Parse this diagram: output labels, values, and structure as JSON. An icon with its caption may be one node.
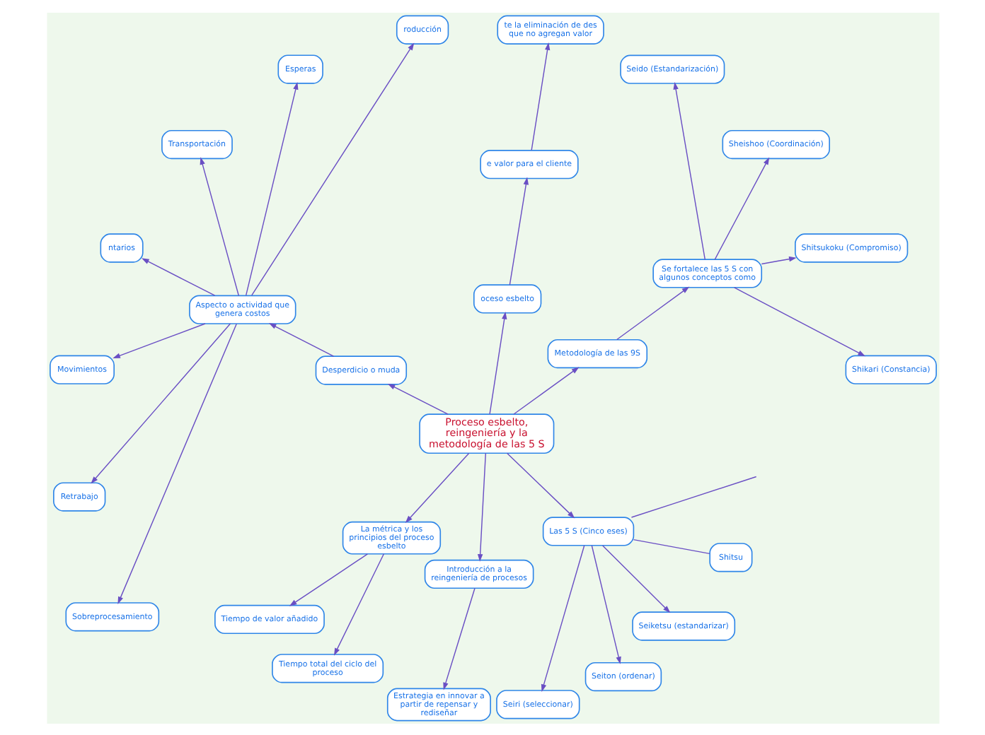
{
  "diagram": {
    "nodes": [
      {
        "text": [
          "Proceso esbelto, reingeniería y la metodología de las 5 S"
        ]
      },
      {
        "text": [
          "Metodología de las 9S"
        ]
      },
      {
        "text": [
          "Se fortalece las 5 S con algunos conceptos como"
        ]
      },
      {
        "text": [
          "Shikari (Constancia)"
        ]
      },
      {
        "text": [
          "Shitsukoku (Compromiso)"
        ]
      },
      {
        "text": [
          "Sheishoo (Coordinación)"
        ]
      },
      {
        "text": [
          "Seido (Estandarización)"
        ]
      },
      {
        "text": [
          "oceso esbelto"
        ]
      },
      {
        "text": [
          "e valor para el cliente"
        ]
      },
      {
        "text": [
          "te la eliminación de des que no agregan valor"
        ]
      },
      {
        "text": [
          "Desperdicio o muda"
        ]
      },
      {
        "text": [
          "Aspecto o actividad que genera costos"
        ]
      },
      {
        "text": [
          "roducción"
        ]
      },
      {
        "text": [
          "Esperas"
        ]
      },
      {
        "text": [
          "Transportación"
        ]
      },
      {
        "text": [
          "ntarios"
        ]
      },
      {
        "text": [
          "Movimientos"
        ]
      },
      {
        "text": [
          "Retrabajo"
        ]
      },
      {
        "text": [
          "Sobreprocesamiento"
        ]
      },
      {
        "text": [
          "La métrica y los principios del proceso esbelto"
        ]
      },
      {
        "text": [
          "Tiempo de valor añadido"
        ]
      },
      {
        "text": [
          "Tiempo total del ciclo del proceso"
        ]
      },
      {
        "text": [
          "Introducción a la reingeniería de procesos"
        ]
      },
      {
        "text": [
          "Estrategia en innovar a partir de repensar y rediseñar"
        ]
      },
      {
        "text": [
          "Las 5 S (Cinco eses)"
        ]
      },
      {
        "text": [
          "Seiri (seleccionar)"
        ]
      },
      {
        "text": [
          "Seiton (ordenar)"
        ]
      },
      {
        "text": [
          "Seiketsu (estandarizar)"
        ]
      },
      {
        "text": [
          "Shitsu"
        ]
      }
    ],
    "edges": [
      {
        "from": 0,
        "to": 1,
        "arrow": "to"
      },
      {
        "from": 1,
        "to": 2,
        "arrow": "to"
      },
      {
        "from": 2,
        "to": 3,
        "arrow": "to"
      },
      {
        "from": 2,
        "to": 4,
        "arrow": "to"
      },
      {
        "from": 2,
        "to": 5,
        "arrow": "to"
      },
      {
        "from": 2,
        "to": 6,
        "arrow": "to"
      },
      {
        "from": 0,
        "to": 7,
        "arrow": "to"
      },
      {
        "from": 7,
        "to": 8,
        "arrow": "to"
      },
      {
        "from": 8,
        "to": 9,
        "arrow": "to"
      },
      {
        "from": 0,
        "to": 10,
        "arrow": "to"
      },
      {
        "from": 10,
        "to": 11,
        "arrow": "to"
      },
      {
        "from": 11,
        "to": 12,
        "arrow": "to"
      },
      {
        "from": 11,
        "to": 15,
        "arrow": "to"
      },
      {
        "from": 11,
        "to": 13,
        "arrow": "to"
      },
      {
        "from": 11,
        "to": 16,
        "arrow": "to"
      },
      {
        "from": 11,
        "to": 18,
        "arrow": "to"
      },
      {
        "from": 11,
        "to": 14,
        "arrow": "to"
      },
      {
        "from": 11,
        "to": 17,
        "arrow": "to"
      },
      {
        "from": 0,
        "to": 19,
        "arrow": "to"
      },
      {
        "from": 19,
        "to": 20,
        "arrow": "to"
      },
      {
        "from": 19,
        "to": 21,
        "arrow": "to"
      },
      {
        "from": 0,
        "to": 22,
        "arrow": "to"
      },
      {
        "from": 22,
        "to": 23,
        "arrow": "to"
      },
      {
        "from": 0,
        "to": 24,
        "arrow": "to"
      },
      {
        "from": 24,
        "to": 25,
        "arrow": "to"
      },
      {
        "from": 24,
        "to": 27,
        "arrow": "to"
      },
      {
        "from": 24,
        "to": 26,
        "arrow": "to"
      },
      {
        "from": 24,
        "to": 28,
        "arrow": "none"
      },
      {
        "from": 24,
        "to": null,
        "arrow": "none"
      }
    ]
  }
}
